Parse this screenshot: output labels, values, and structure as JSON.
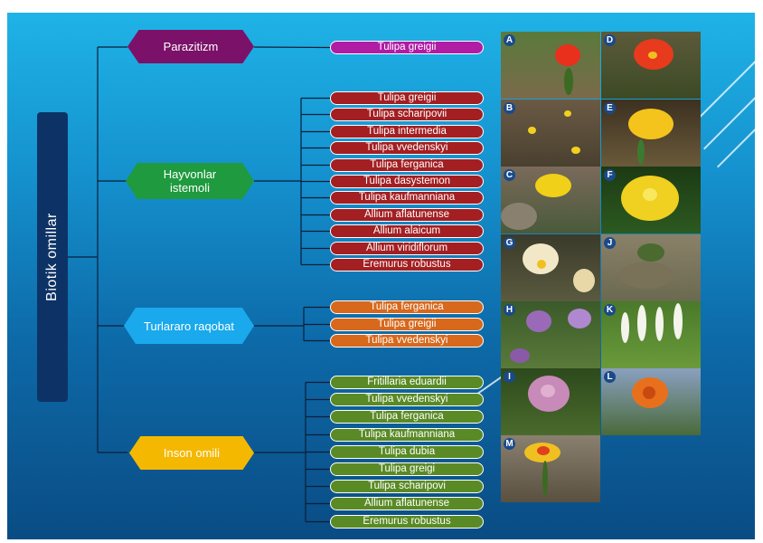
{
  "root": {
    "label": "Biotik omillar"
  },
  "categories": {
    "parazitizm": {
      "label": "Parazitizm",
      "color": "#7b1168"
    },
    "hayvonlar": {
      "label": "Hayvonlar istemoli",
      "color": "#1f9a3f"
    },
    "raqobat": {
      "label": "Turlararo raqobat",
      "color": "#19a9ec"
    },
    "inson": {
      "label": "Inson omili",
      "color": "#f5b800"
    }
  },
  "species": {
    "parazitizm": [
      "Tulipa greigii"
    ],
    "hayvonlar": [
      "Tulipa greigii",
      "Tulipa scharipovii",
      "Tulipa intermedia",
      "Tulipa vvedenskyi",
      "Tulipa ferganica",
      "Tulipa dasystemon",
      "Tulipa kaufmanniana",
      "Allium aflatunense",
      "Allium alaicum",
      "Allium viridiflorum",
      "Eremurus robustus"
    ],
    "raqobat": [
      "Tulipa ferganica",
      "Tulipa greigii",
      "Tulipa vvedenskyi"
    ],
    "inson": [
      "Fritillaria eduardii",
      "Tulipa vvedenskyi",
      "Tulipa ferganica",
      "Tulipa kaufmanniana",
      "Tulipa dubia",
      "Tulipa greigi",
      "Tulipa scharipovi",
      "Allium aflatunense",
      "Eremurus robustus"
    ]
  },
  "pill_colors": {
    "parazitizm": "#b01ca4",
    "hayvonlar": "#a31f22",
    "raqobat": "#d7681c",
    "inson": "#5a8a25"
  },
  "photos": [
    {
      "badge": "A",
      "subject": "red tulip on rocky ground"
    },
    {
      "badge": "D",
      "subject": "red tulip close-up"
    },
    {
      "badge": "B",
      "subject": "small yellow tulips on soil"
    },
    {
      "badge": "E",
      "subject": "yellow tulip"
    },
    {
      "badge": "C",
      "subject": "yellow tulip near rocks"
    },
    {
      "badge": "F",
      "subject": "yellow star-shaped tulip"
    },
    {
      "badge": "G",
      "subject": "white and yellow tulips"
    },
    {
      "badge": "J",
      "subject": "dry rocky plant"
    },
    {
      "badge": "H",
      "subject": "purple allium flowers"
    },
    {
      "badge": "K",
      "subject": "white eremurus spikes"
    },
    {
      "badge": "I",
      "subject": "pink allium umbel"
    },
    {
      "badge": "L",
      "subject": "orange fritillaria"
    },
    {
      "badge": "M",
      "subject": "yellow-red tulip on rocks"
    }
  ]
}
